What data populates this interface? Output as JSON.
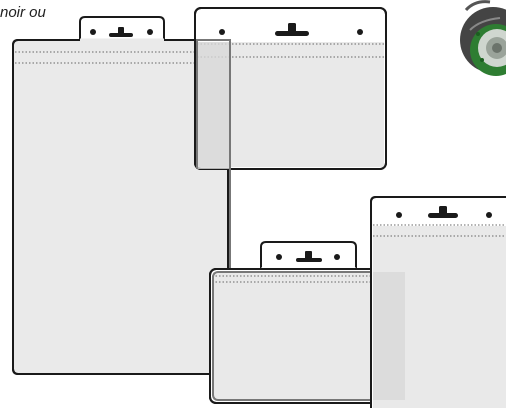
{
  "caption": "noir ou",
  "colors": {
    "outline": "#1a1a1a",
    "pocket_fill": "#e9e9e9",
    "pocket_stroke": "#777777",
    "pocket_overlap_fill": "#d6d6d6",
    "background": "#ffffff"
  },
  "images": {
    "badge_holders": "badge-holders-illustration",
    "badge_reel": "retractable-badge-reel-photo"
  }
}
